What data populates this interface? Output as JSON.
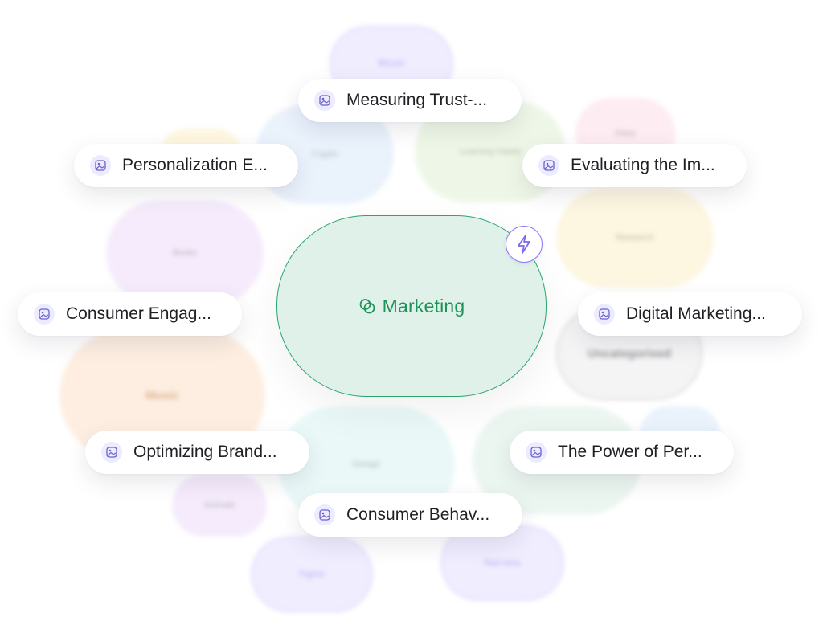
{
  "center": {
    "label": "Marketing",
    "icon": "venn-circles-icon",
    "color": "#1d9259",
    "badge_icon": "lightning-bolt-icon"
  },
  "articles": [
    {
      "label": "Measuring Trust-...",
      "icon": "image-icon"
    },
    {
      "label": "Personalization E...",
      "icon": "image-icon"
    },
    {
      "label": "Evaluating the Im...",
      "icon": "image-icon"
    },
    {
      "label": "Consumer Engag...",
      "icon": "image-icon"
    },
    {
      "label": "Digital Marketing...",
      "icon": "image-icon"
    },
    {
      "label": "Optimizing Brand...",
      "icon": "image-icon"
    },
    {
      "label": "The Power of Per...",
      "icon": "image-icon"
    },
    {
      "label": "Consumer Behav...",
      "icon": "image-icon"
    }
  ],
  "background_topics": [
    {
      "label": "Bitcoin"
    },
    {
      "label": "Crypto"
    },
    {
      "label": "Learning Habits"
    },
    {
      "label": "Diary"
    },
    {
      "label": "Books"
    },
    {
      "label": "Research"
    },
    {
      "label": "Uncategorised"
    },
    {
      "label": "Music"
    },
    {
      "label": "Design"
    },
    {
      "label": "Animals"
    },
    {
      "label": "Figma"
    },
    {
      "label": "Red wine"
    }
  ]
}
